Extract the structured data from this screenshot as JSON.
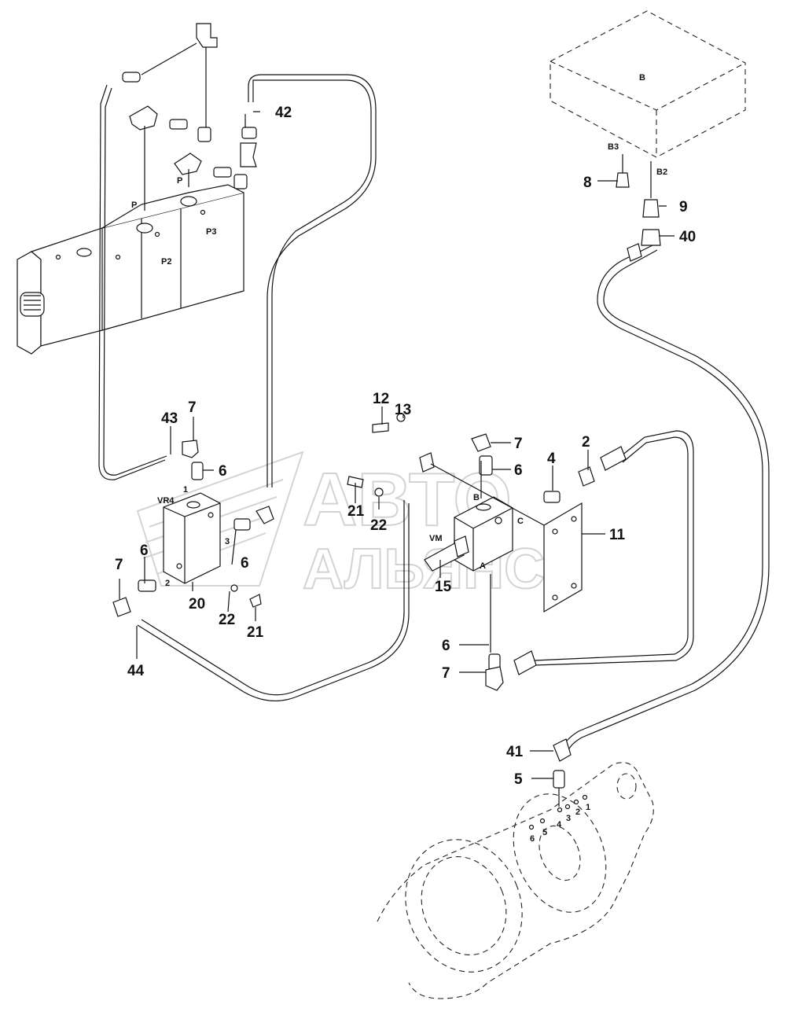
{
  "watermark": {
    "line1": "АВТО",
    "line2": "АЛЬЯНС"
  },
  "callouts": {
    "c2": "2",
    "c4": "4",
    "c5": "5",
    "c6a": "6",
    "c6b": "6",
    "c6c": "6",
    "c6d": "6",
    "c6e": "6",
    "c7a": "7",
    "c7b": "7",
    "c7c": "7",
    "c7d": "7",
    "c8": "8",
    "c9": "9",
    "c11": "11",
    "c12": "12",
    "c13": "13",
    "c15": "15",
    "c20": "20",
    "c21a": "21",
    "c21b": "21",
    "c22a": "22",
    "c22b": "22",
    "c40": "40",
    "c41": "41",
    "c42": "42",
    "c43": "43",
    "c44": "44"
  },
  "tags": {
    "B": "B",
    "B3": "B3",
    "B2": "B2",
    "P_a": "P",
    "P_b": "P",
    "P2": "P2",
    "P3": "P3",
    "VR4": "VR4",
    "port1": "1",
    "port2": "2",
    "port3": "3",
    "VM": "VM",
    "vb_B": "B",
    "vb_C": "C",
    "vb_A": "A",
    "n1": "1",
    "n2": "2",
    "n3": "3",
    "n4": "4",
    "n5": "5",
    "n6": "6"
  }
}
